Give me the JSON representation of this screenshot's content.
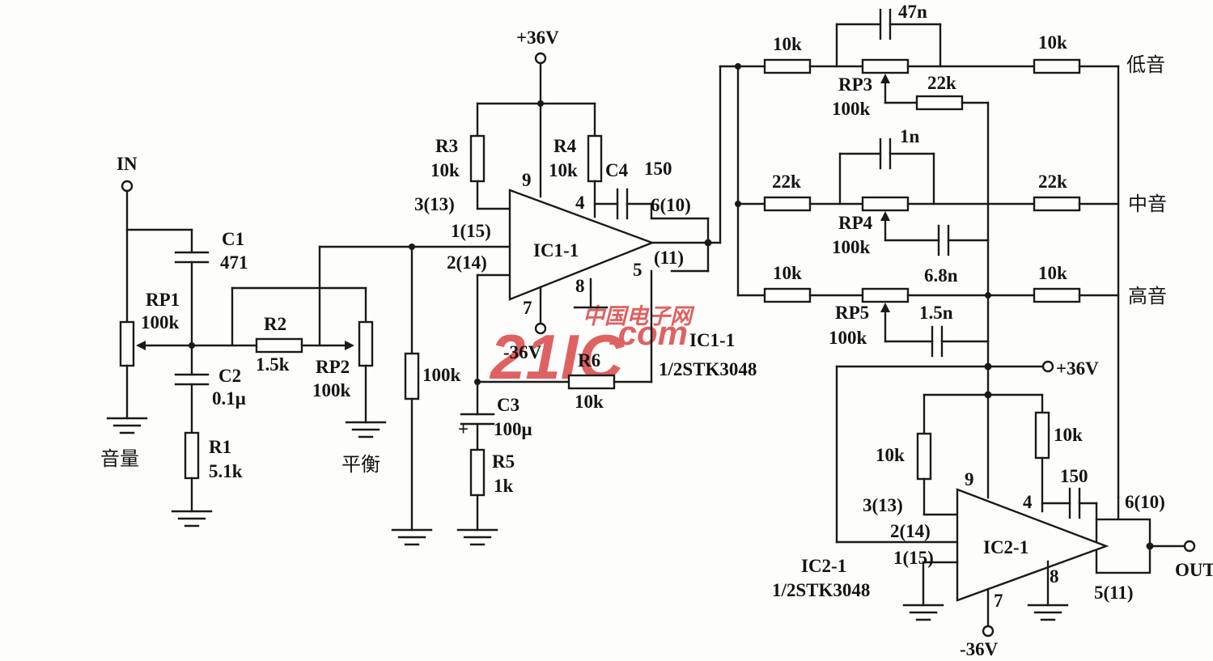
{
  "labels": {
    "in": "IN",
    "v_plus_top": "+36V",
    "v_minus_ic1": "-36V",
    "v_plus_ic2": "+36V",
    "v_minus_ic2": "-36V",
    "out": "OUT",
    "c1_name": "C1",
    "c1_val": "471",
    "rp1_name": "RP1",
    "rp1_val": "100k",
    "rp1_func": "音量",
    "c2_name": "C2",
    "c2_val": "0.1μ",
    "r1_name": "R1",
    "r1_val": "5.1k",
    "r2_name": "R2",
    "r2_val": "1.5k",
    "rp2_name": "RP2",
    "rp2_val": "100k",
    "rp2_func": "平衡",
    "r_in_val": "100k",
    "r3_name": "R3",
    "r3_val": "10k",
    "r4_name": "R4",
    "r4_val": "10k",
    "c4_name": "C4",
    "c4_val": "150",
    "ic1_name": "IC1-1",
    "ic1_p9": "9",
    "ic1_p4": "4",
    "ic1_p3": "3(13)",
    "ic1_p1": "1(15)",
    "ic1_p2": "2(14)",
    "ic1_p6": "6(10)",
    "ic1_p5": "5",
    "ic1_p5b": "(11)",
    "ic1_p7": "7",
    "ic1_p8": "8",
    "ic1_caption1": "IC1-1",
    "ic1_caption2": "1/2STK3048",
    "r6_name": "R6",
    "r6_val": "10k",
    "c3_name": "C3",
    "c3_val": "100μ",
    "c3_plus": "+",
    "r5_name": "R5",
    "r5_val": "1k",
    "bass_r1": "10k",
    "bass_c": "47n",
    "bass_r2": "10k",
    "bass_fb": "22k",
    "rp3_name": "RP3",
    "rp3_val": "100k",
    "bass_func": "低音",
    "mid_r1": "22k",
    "mid_c": "1n",
    "mid_r2": "22k",
    "mid_c2": "6.8n",
    "rp4_name": "RP4",
    "rp4_val": "100k",
    "mid_func": "中音",
    "tre_r1": "10k",
    "tre_r2": "10k",
    "tre_c": "1.5n",
    "rp5_name": "RP5",
    "rp5_val": "100k",
    "tre_func": "高音",
    "ic2_r_left": "10k",
    "ic2_r_right": "10k",
    "ic2_c": "150",
    "ic2_name": "IC2-1",
    "ic2_p9": "9",
    "ic2_p4": "4",
    "ic2_p3": "3(13)",
    "ic2_p2": "2(14)",
    "ic2_p1": "1(15)",
    "ic2_p6": "6(10)",
    "ic2_p5": "5(11)",
    "ic2_p7": "7",
    "ic2_p8": "8",
    "ic2_caption1": "IC2-1",
    "ic2_caption2": "1/2STK3048"
  },
  "watermark": {
    "brand": "21IC",
    "site_cn": "中国电子网",
    "domain": ".com",
    "color": "#d62f2f"
  }
}
